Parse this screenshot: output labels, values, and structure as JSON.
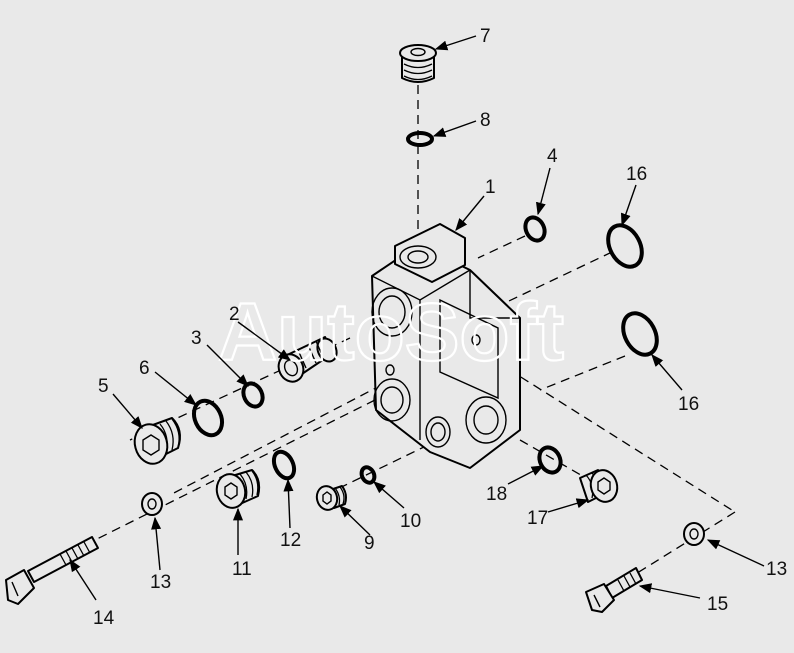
{
  "watermark": "AutoSoft",
  "callouts": [
    "1",
    "2",
    "3",
    "4",
    "5",
    "6",
    "7",
    "8",
    "9",
    "10",
    "11",
    "12",
    "13",
    "13",
    "14",
    "15",
    "16",
    "16",
    "17",
    "18"
  ]
}
